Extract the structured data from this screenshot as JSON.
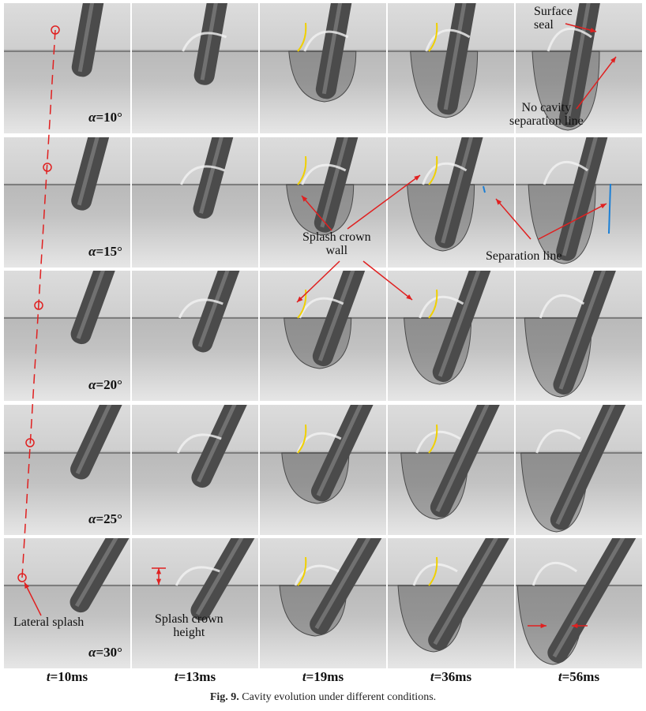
{
  "panel_labels": {
    "alpha_symbol": "α",
    "rows": [
      "=10°",
      "=15°",
      "=20°",
      "=25°",
      "=30°"
    ],
    "t_symbol": "t",
    "cols": [
      "=10ms",
      "=13ms",
      "=19ms",
      "=36ms",
      "=56ms"
    ]
  },
  "annotations": {
    "surface_seal_1": "Surface",
    "surface_seal_2": "seal",
    "no_cavity_1": "No cavity",
    "no_cavity_2": "separation line",
    "splash_crown_wall_1": "Splash crown",
    "splash_crown_wall_2": "wall",
    "separation_line": "Separation line",
    "lateral_splash": "Lateral splash",
    "splash_crown_height_1": "Splash crown",
    "splash_crown_height_2": "height"
  },
  "caption": {
    "label": "Fig. 9.",
    "text": " Cavity evolution under different conditions."
  },
  "colors": {
    "red": "#e02020",
    "yellow": "#f0d000",
    "blue": "#1a7fd6"
  }
}
